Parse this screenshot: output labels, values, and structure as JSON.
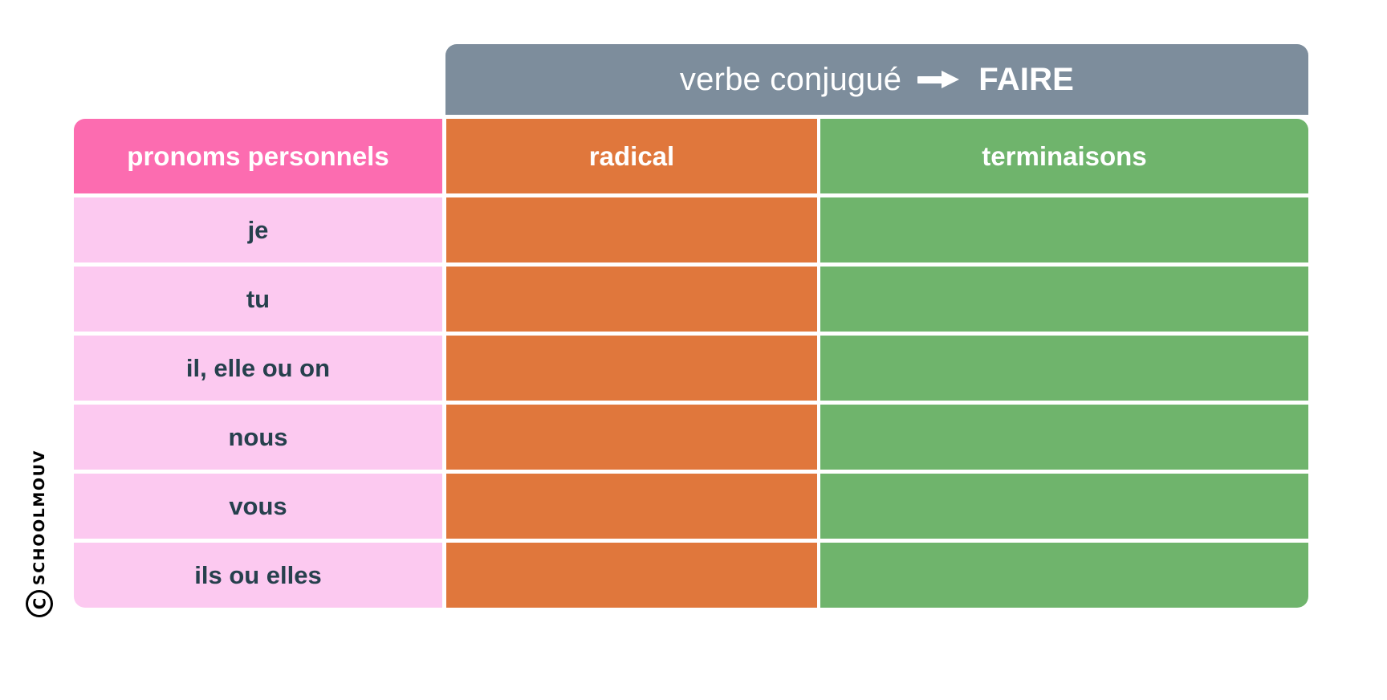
{
  "brand": {
    "name": "SCHOOLMOUV",
    "copyright_symbol": "C"
  },
  "banner": {
    "label": "verbe conjugué",
    "arrow": "right-arrow-icon",
    "verb": "FAIRE"
  },
  "table": {
    "headers": {
      "pronouns": "pronoms personnels",
      "stem": "radical",
      "endings": "terminaisons"
    },
    "rows": [
      {
        "pronoun": "je",
        "stem": "",
        "ending": ""
      },
      {
        "pronoun": "tu",
        "stem": "",
        "ending": ""
      },
      {
        "pronoun": "il, elle ou on",
        "stem": "",
        "ending": ""
      },
      {
        "pronoun": "nous",
        "stem": "",
        "ending": ""
      },
      {
        "pronoun": "vous",
        "stem": "",
        "ending": ""
      },
      {
        "pronoun": "ils ou elles",
        "stem": "",
        "ending": ""
      }
    ]
  },
  "colors": {
    "banner_grey": "#7d8d9c",
    "header_pink": "#fc6cb0",
    "row_pink": "#fcc9f0",
    "orange": "#e0773c",
    "green": "#6fb46c",
    "text_dark": "#26404d",
    "text_light": "#ffffff",
    "background": "#ffffff"
  }
}
